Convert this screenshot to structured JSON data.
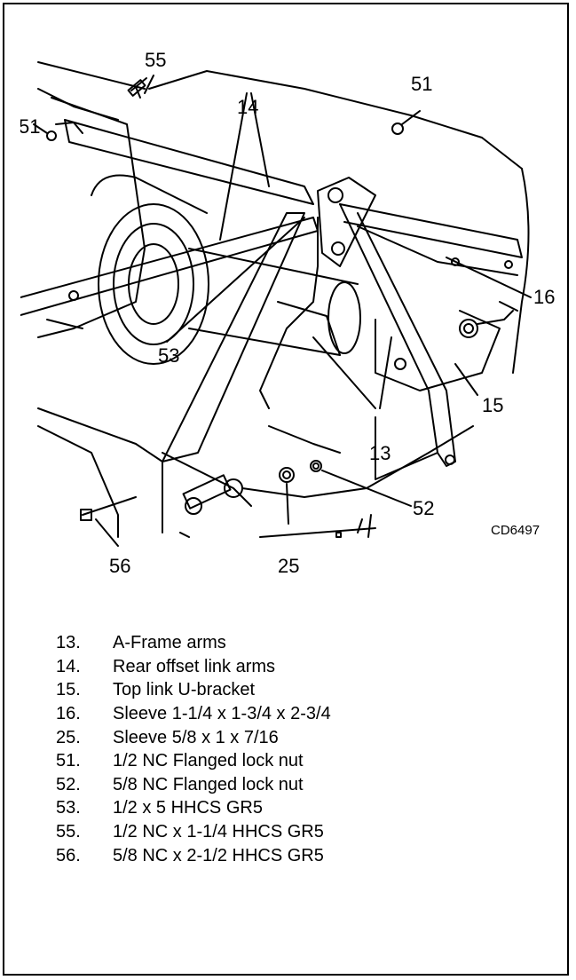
{
  "figure": {
    "code": "CD6497",
    "callouts": [
      "55",
      "51",
      "14",
      "51",
      "16",
      "53",
      "15",
      "13",
      "52",
      "56",
      "25"
    ]
  },
  "legend": [
    {
      "num": "13.",
      "desc": "A-Frame arms"
    },
    {
      "num": "14.",
      "desc": "Rear offset link arms"
    },
    {
      "num": "15.",
      "desc": "Top link U-bracket"
    },
    {
      "num": "16.",
      "desc": "Sleeve 1-1/4 x 1-3/4 x 2-3/4"
    },
    {
      "num": "25.",
      "desc": "Sleeve 5/8 x 1 x 7/16"
    },
    {
      "num": "51.",
      "desc": "1/2 NC Flanged lock nut"
    },
    {
      "num": "52.",
      "desc": "5/8 NC Flanged lock nut"
    },
    {
      "num": "53.",
      "desc": "1/2 x 5 HHCS GR5"
    },
    {
      "num": "55.",
      "desc": "1/2 NC x 1-1/4 HHCS GR5"
    },
    {
      "num": "56.",
      "desc": "5/8 NC x 2-1/2 HHCS GR5"
    }
  ]
}
